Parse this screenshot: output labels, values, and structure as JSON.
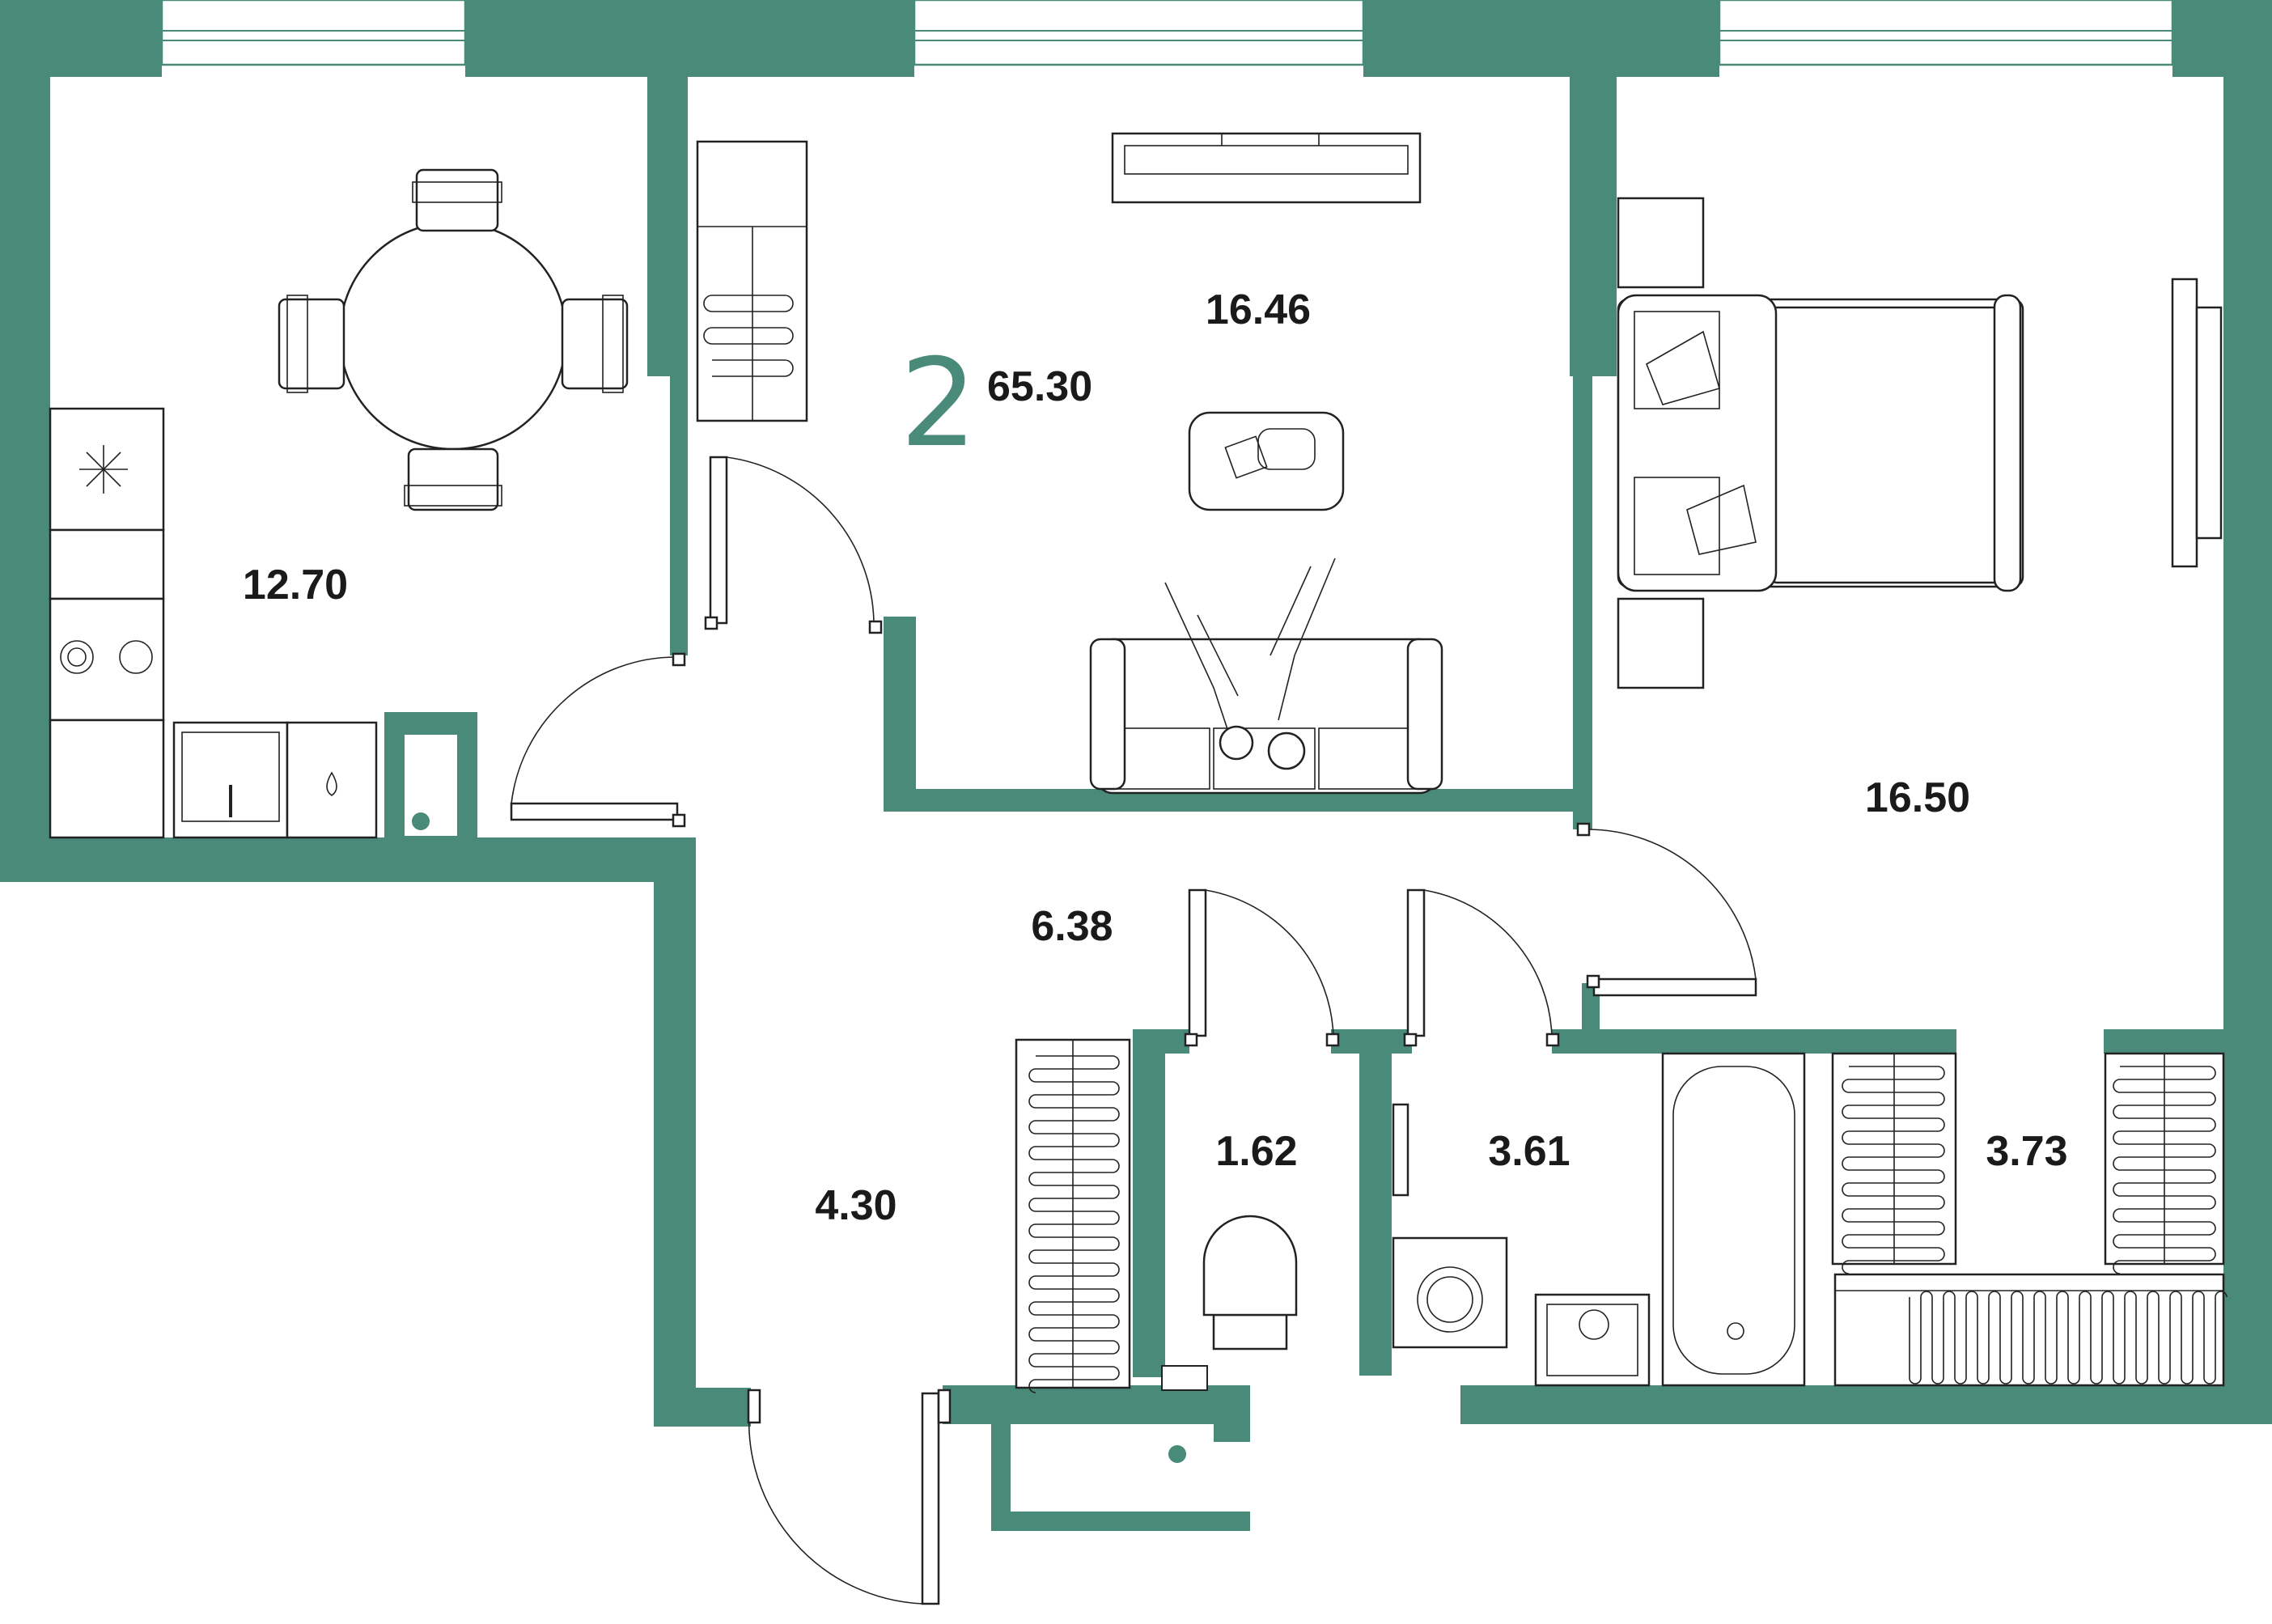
{
  "plan": {
    "rooms_count": "2",
    "total_area": "65.30",
    "wall_color": "#4a8a78",
    "rooms": [
      {
        "id": "kitchen",
        "area": "12.70"
      },
      {
        "id": "living",
        "area": "16.46"
      },
      {
        "id": "bedroom",
        "area": "16.50"
      },
      {
        "id": "hall",
        "area": "6.38"
      },
      {
        "id": "entry",
        "area": "4.30"
      },
      {
        "id": "wc",
        "area": "1.62"
      },
      {
        "id": "bath",
        "area": "3.61"
      },
      {
        "id": "wardrobe",
        "area": "3.73"
      }
    ]
  }
}
